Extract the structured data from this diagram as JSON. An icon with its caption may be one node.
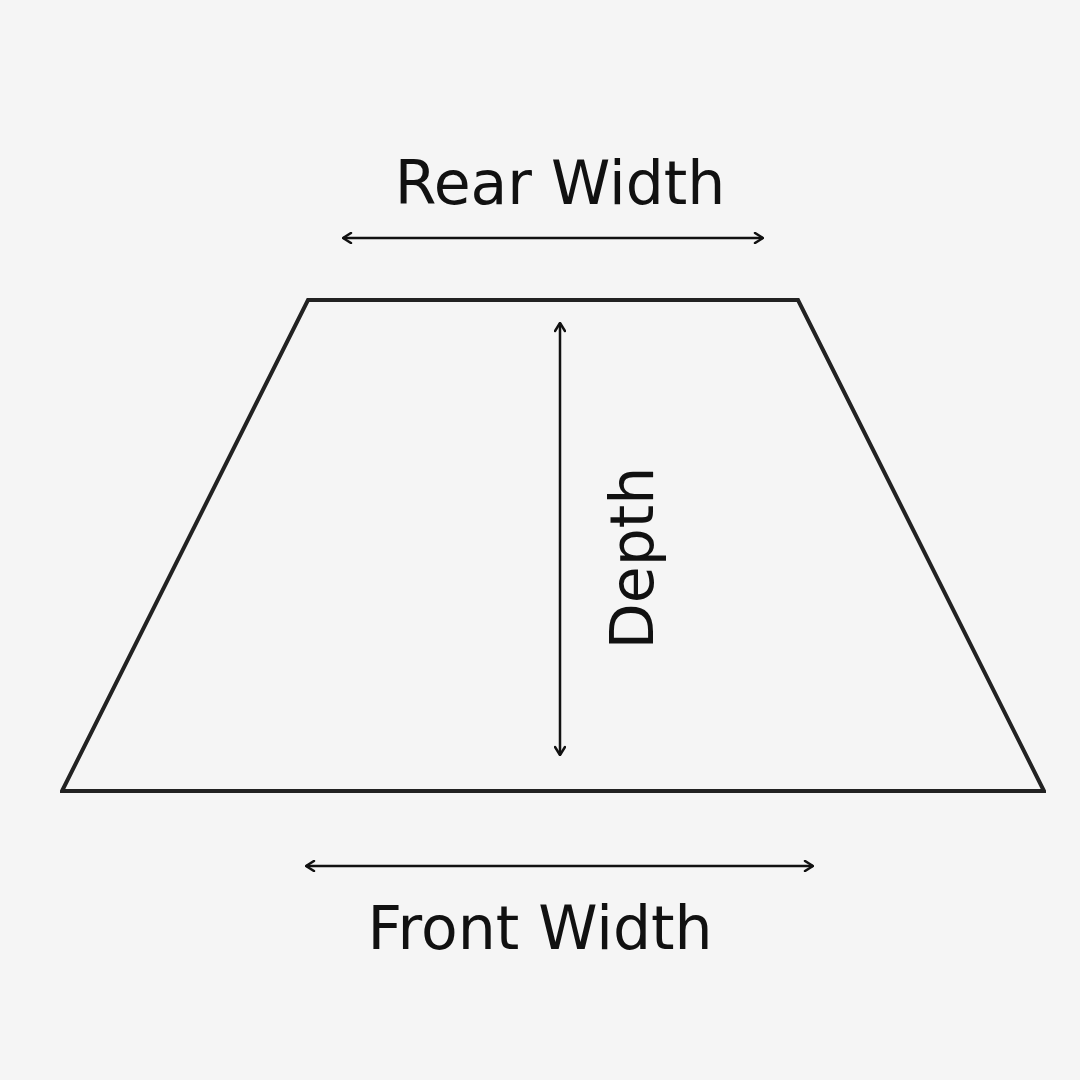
{
  "diagram": {
    "nodes": [
      {
        "text": [
          "Depth"
        ]
      }
    ],
    "labels": [
      "Rear Width",
      "Front Width"
    ]
  }
}
